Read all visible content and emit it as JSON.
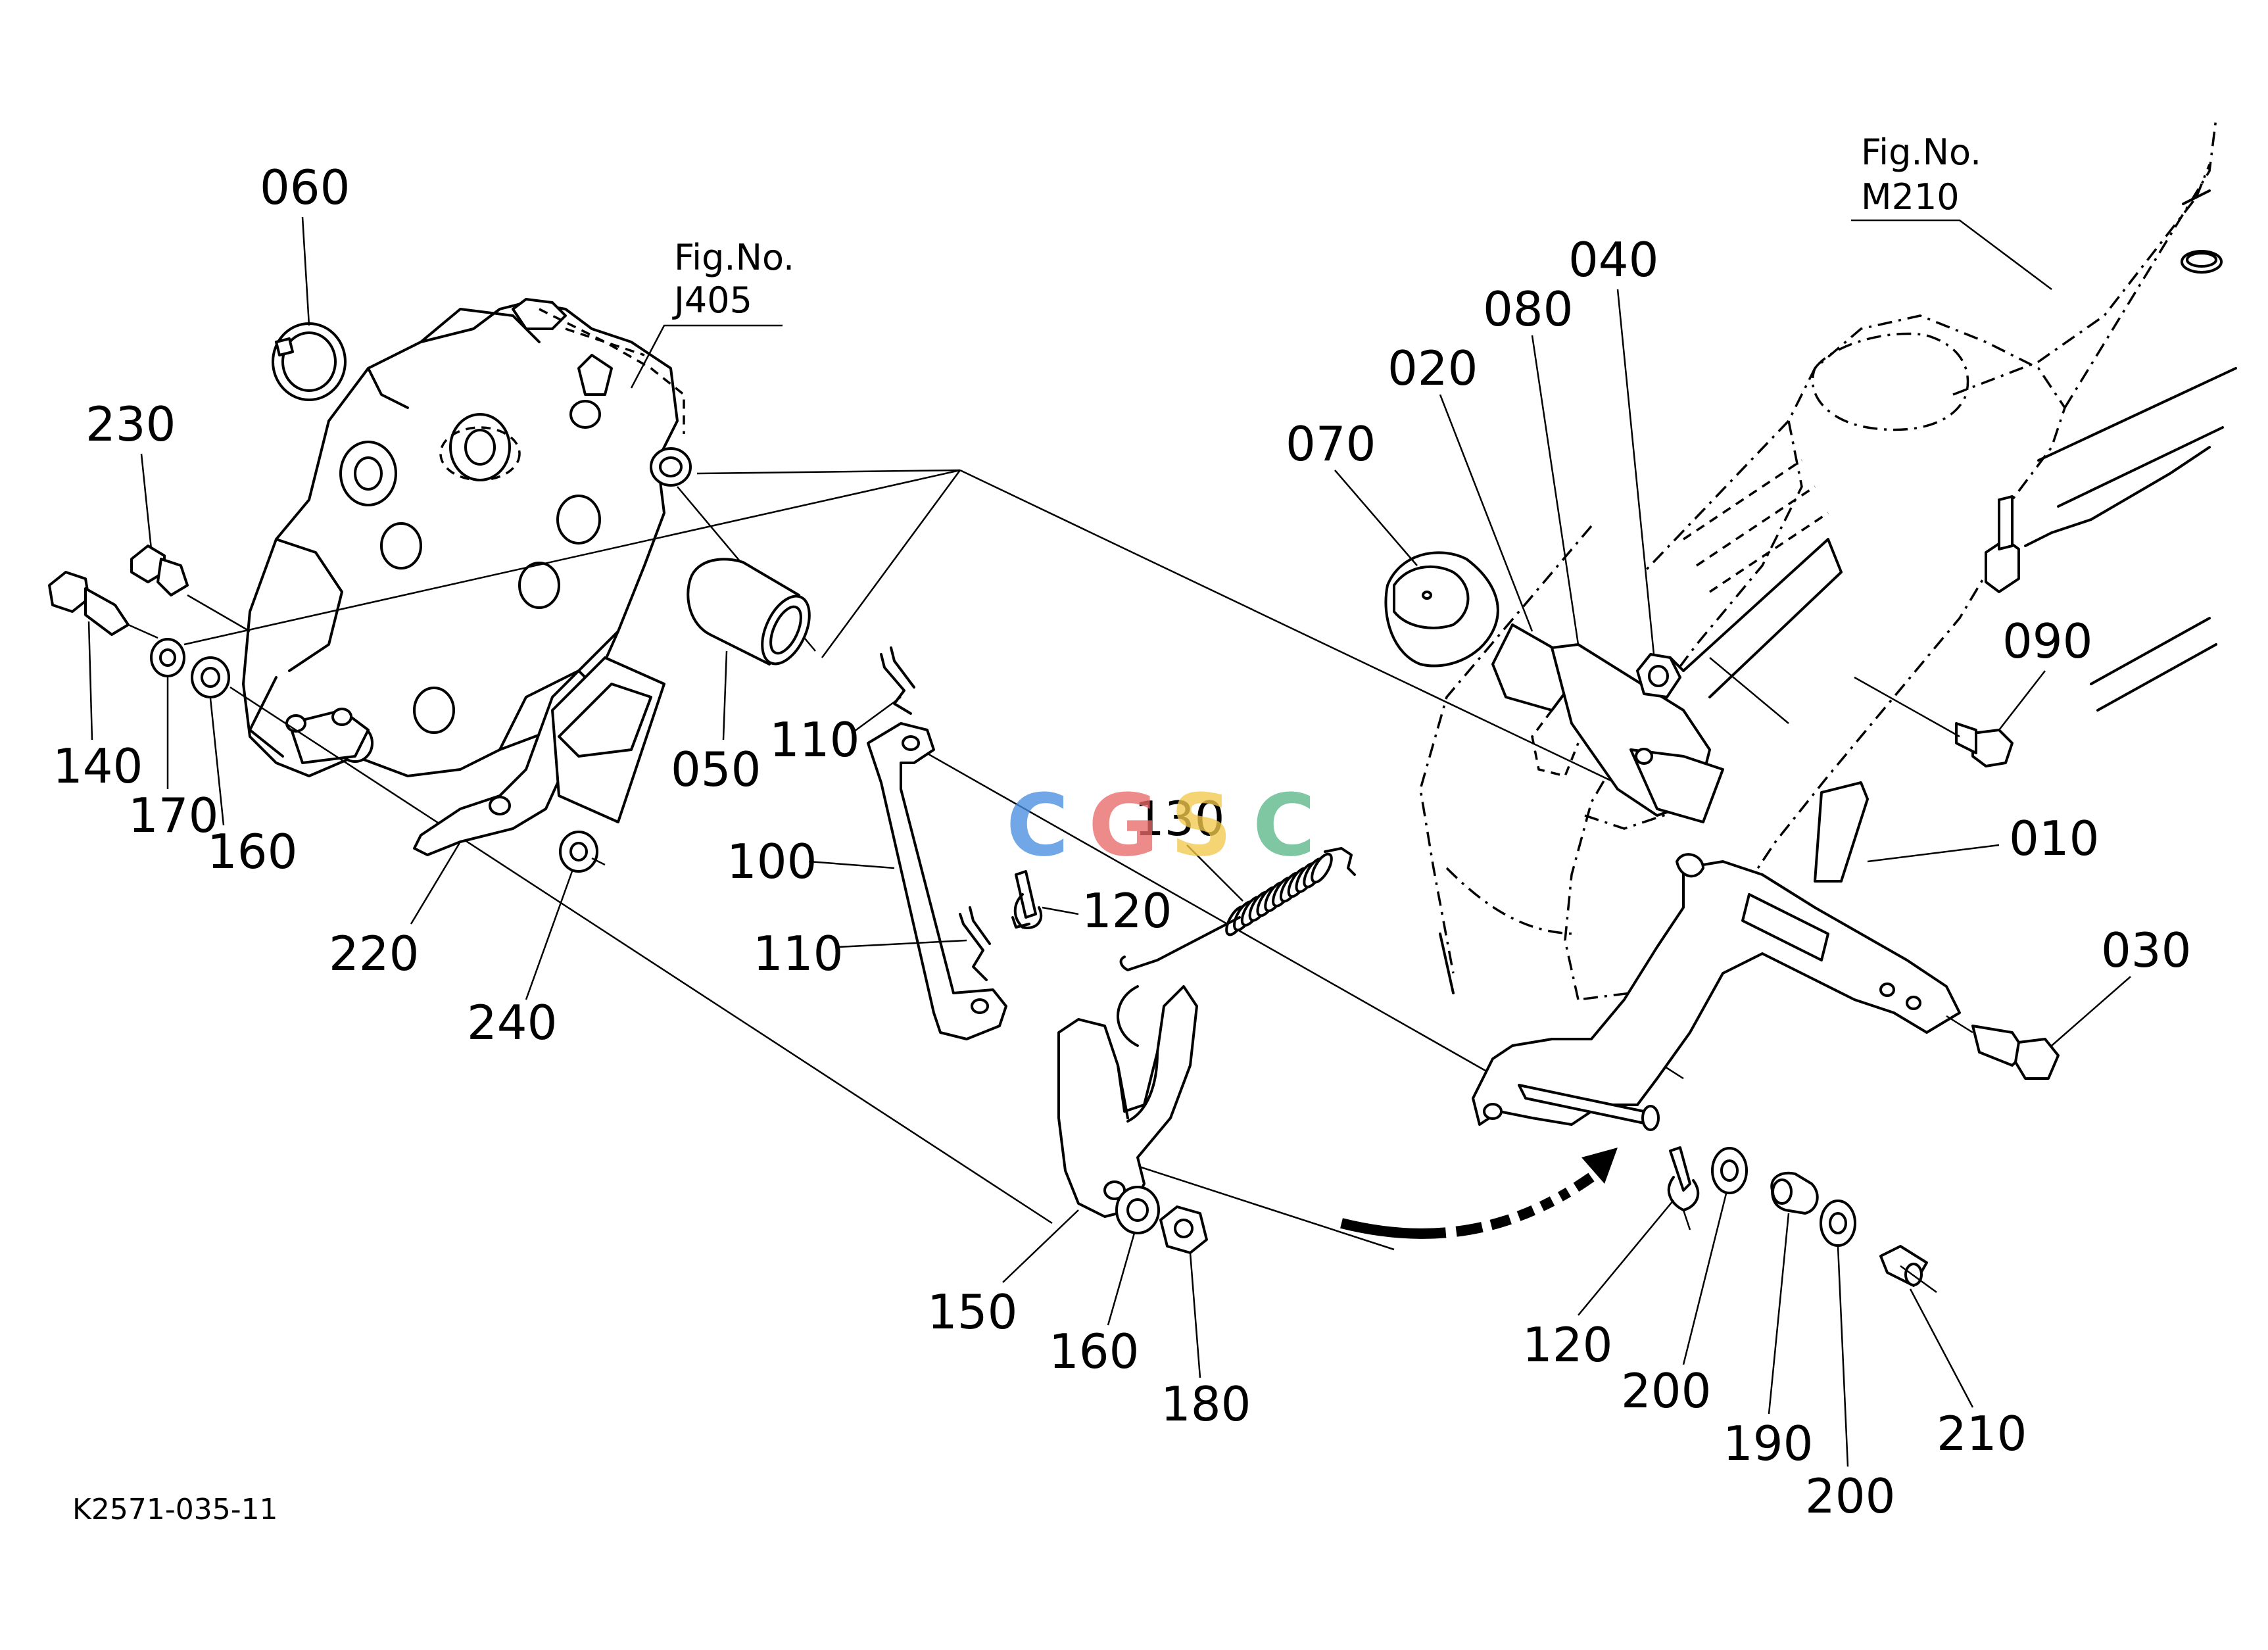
{
  "diagram": {
    "drawing_code": "K2571-035-11",
    "fig_refs": [
      {
        "prefix": "Fig.No.",
        "number": "J405"
      },
      {
        "prefix": "Fig.No.",
        "number": "M210"
      }
    ],
    "part_labels": [
      "010",
      "020",
      "030",
      "040",
      "050",
      "060",
      "070",
      "080",
      "090",
      "100",
      "110",
      "120",
      "130",
      "140",
      "150",
      "160",
      "170",
      "180",
      "190",
      "200",
      "210",
      "220",
      "230",
      "240"
    ],
    "callouts": {
      "p060": "060",
      "p230": "230",
      "p140": "140",
      "p170": "170",
      "p160a": "160",
      "p220": "220",
      "p240": "240",
      "p050": "050",
      "p110a": "110",
      "p100": "100",
      "p110b": "110",
      "p120a": "120",
      "p130": "130",
      "p150": "150",
      "p160b": "160",
      "p180": "180",
      "p070": "070",
      "p020": "020",
      "p080": "080",
      "p040": "040",
      "p090": "090",
      "p010": "010",
      "p030": "030",
      "p120b": "120",
      "p200a": "200",
      "p190": "190",
      "p200b": "200",
      "p210": "210"
    },
    "watermark": {
      "text": "CGSC",
      "letter_colors": [
        "#4a8fe0",
        "#e86a6a",
        "#f2c94c",
        "#5cb88a"
      ]
    }
  }
}
